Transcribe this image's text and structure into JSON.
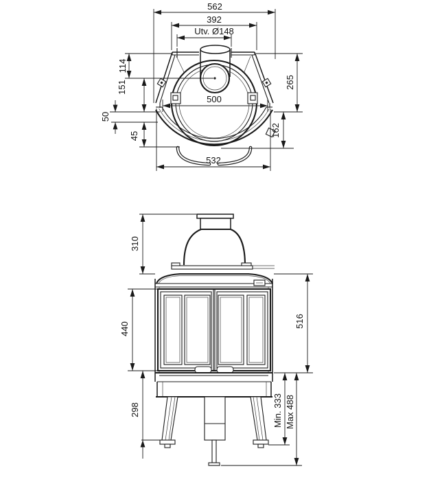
{
  "drawing": {
    "background": "#ffffff",
    "line_color": "#1a1a1a",
    "top_view": {
      "dims": {
        "overall_width": "562",
        "top_width": "392",
        "flue_outlet": "Utv. Ø148",
        "flue_center_depth": "114",
        "mid_depth": "151",
        "band_depth": "50",
        "front_depth": "45",
        "bracket_width": "500",
        "front_width": "532",
        "right_depth_upper": "265",
        "right_depth_lower": "162"
      }
    },
    "front_view": {
      "dims": {
        "top_section_height": "310",
        "door_height": "440",
        "leg_height": "298",
        "body_height": "516",
        "floor_clearance_min": "Min. 333",
        "floor_clearance_max": "Max 488"
      }
    }
  }
}
